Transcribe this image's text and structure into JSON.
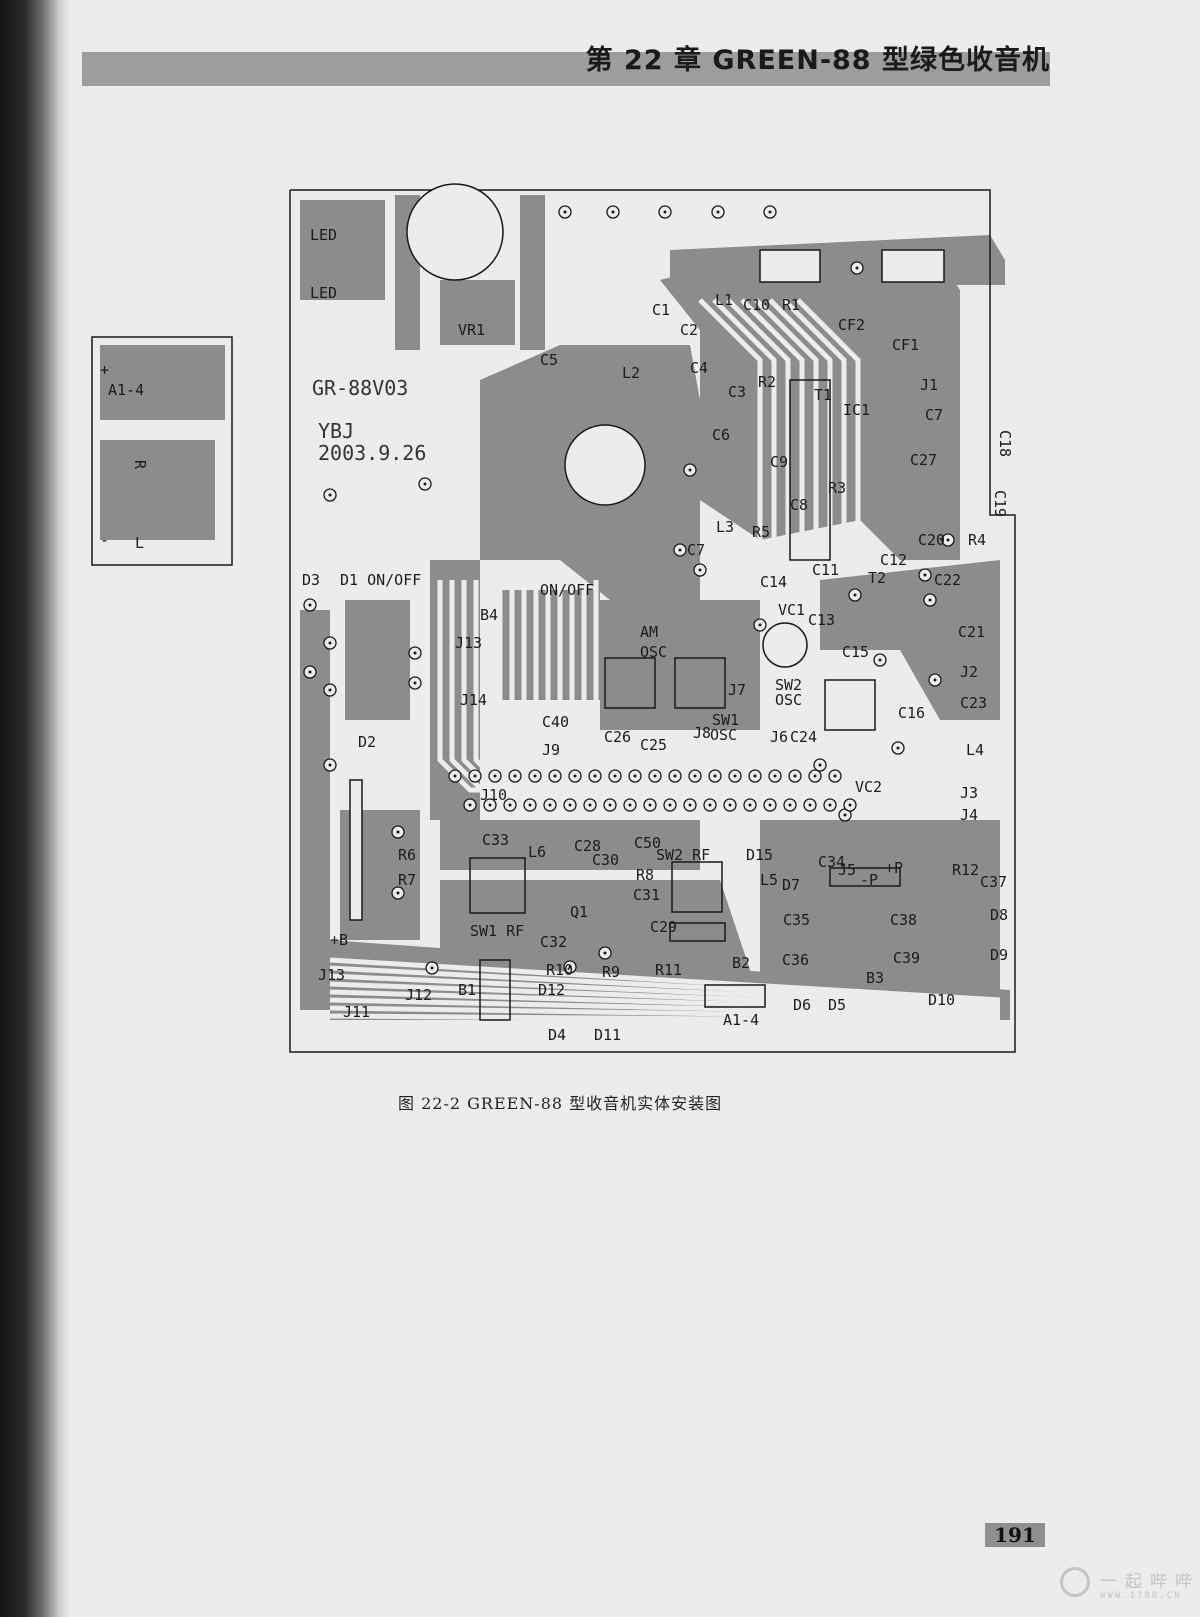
{
  "header": {
    "title": "第 22 章 GREEN-88 型绿色收音机"
  },
  "figure": {
    "caption": "图 22-2   GREEN-88 型收音机实体安装图"
  },
  "page_number": "191",
  "watermark": {
    "name": "一起哔哔",
    "url": "WWW.17BB.CN"
  },
  "pcb": {
    "labels": [
      "LED",
      "LED",
      "VR1",
      "C5",
      "L2",
      "GR-88V03",
      "YBJ",
      "2003.9.26",
      "C1",
      "L1",
      "C10",
      "R1",
      "C2",
      "CF2",
      "CF1",
      "C4",
      "C3",
      "R2",
      "T1",
      "IC1",
      "J1",
      "C7",
      "C6",
      "C9",
      "C18",
      "C27",
      "R3",
      "C8",
      "C19",
      "L3",
      "R5",
      "C20",
      "R4",
      "C7",
      "C11",
      "C12",
      "C14",
      "T2",
      "C22",
      "VC1",
      "C13",
      "C21",
      "AM",
      "OSC",
      "C15",
      "J2",
      "SW2",
      "OSC",
      "J7",
      "C16",
      "C23",
      "SW1",
      "OSC",
      "J6",
      "C24",
      "C26",
      "C25",
      "J8",
      "L4",
      "J3",
      "J4",
      "VC2",
      "D3",
      "D1 ON/OFF",
      "ON/OFF",
      "B4",
      "J13",
      "J14",
      "D2",
      "C40",
      "J9",
      "J10",
      "R6",
      "R7",
      "C33",
      "L6",
      "C28",
      "C50",
      "SW2 RF",
      "D15",
      "C30",
      "R8",
      "C31",
      "Q1",
      "C29",
      "SW1 RF",
      "C32",
      "+B",
      "J13",
      "R10",
      "R9",
      "R11",
      "B1",
      "D12",
      "J12",
      "J11",
      "D4",
      "D11",
      "J5",
      "-P",
      "+P",
      "R12",
      "C34",
      "D7",
      "L5",
      "C37",
      "C35",
      "C38",
      "D8",
      "B2",
      "C36",
      "C39",
      "D9",
      "B3",
      "D6",
      "D5",
      "D10",
      "A1-4",
      "A1-4",
      "R",
      "L",
      "+",
      "-"
    ]
  }
}
